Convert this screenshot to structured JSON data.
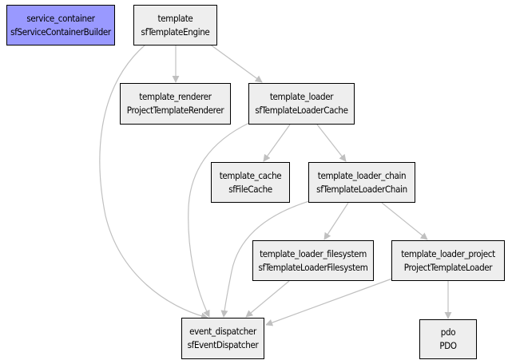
{
  "colors": {
    "node_fill": "#eeeeee",
    "highlight_fill": "#9999ff",
    "edge": "#c0c0c0",
    "border": "#000000"
  },
  "nodes": {
    "service_container": {
      "id": "service_container",
      "class": "sfServiceContainerBuilder"
    },
    "template": {
      "id": "template",
      "class": "sfTemplateEngine"
    },
    "template_renderer": {
      "id": "template_renderer",
      "class": "ProjectTemplateRenderer"
    },
    "template_loader": {
      "id": "template_loader",
      "class": "sfTemplateLoaderCache"
    },
    "template_cache": {
      "id": "template_cache",
      "class": "sfFileCache"
    },
    "template_loader_chain": {
      "id": "template_loader_chain",
      "class": "sfTemplateLoaderChain"
    },
    "template_loader_filesystem": {
      "id": "template_loader_filesystem",
      "class": "sfTemplateLoaderFilesystem"
    },
    "template_loader_project": {
      "id": "template_loader_project",
      "class": "ProjectTemplateLoader"
    },
    "event_dispatcher": {
      "id": "event_dispatcher",
      "class": "sfEventDispatcher"
    },
    "pdo": {
      "id": "pdo",
      "class": "PDO"
    }
  },
  "edges": [
    {
      "from": "template",
      "to": "template_renderer"
    },
    {
      "from": "template",
      "to": "template_loader"
    },
    {
      "from": "template",
      "to": "event_dispatcher"
    },
    {
      "from": "template_loader",
      "to": "template_cache"
    },
    {
      "from": "template_loader",
      "to": "template_loader_chain"
    },
    {
      "from": "template_loader",
      "to": "event_dispatcher"
    },
    {
      "from": "template_loader_chain",
      "to": "template_loader_filesystem"
    },
    {
      "from": "template_loader_chain",
      "to": "template_loader_project"
    },
    {
      "from": "template_loader_chain",
      "to": "event_dispatcher"
    },
    {
      "from": "template_loader_filesystem",
      "to": "event_dispatcher"
    },
    {
      "from": "template_loader_project",
      "to": "event_dispatcher"
    },
    {
      "from": "template_loader_project",
      "to": "pdo"
    }
  ]
}
